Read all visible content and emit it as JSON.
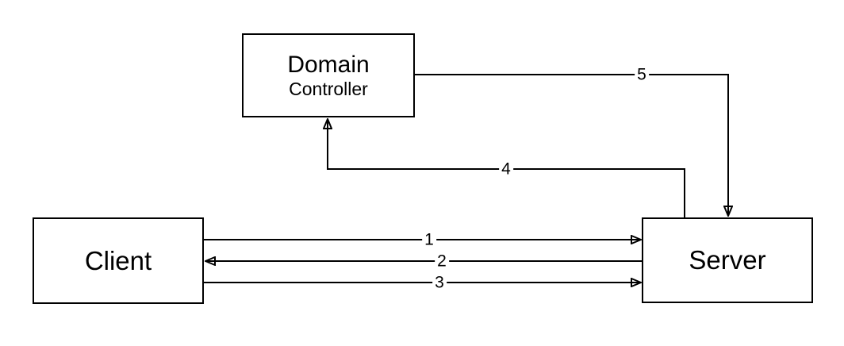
{
  "colors": {
    "background": "#ffffff",
    "stroke": "#000000",
    "text": "#000000"
  },
  "nodes": {
    "domain_controller": {
      "line1": "Domain",
      "line2": "Controller"
    },
    "client": {
      "label": "Client"
    },
    "server": {
      "label": "Server"
    }
  },
  "arrows": [
    {
      "label": "1",
      "from": "client",
      "to": "server"
    },
    {
      "label": "2",
      "from": "server",
      "to": "client"
    },
    {
      "label": "3",
      "from": "client",
      "to": "server"
    },
    {
      "label": "4",
      "from": "server",
      "to": "domain_controller"
    },
    {
      "label": "5",
      "from": "domain_controller",
      "to": "server"
    }
  ]
}
